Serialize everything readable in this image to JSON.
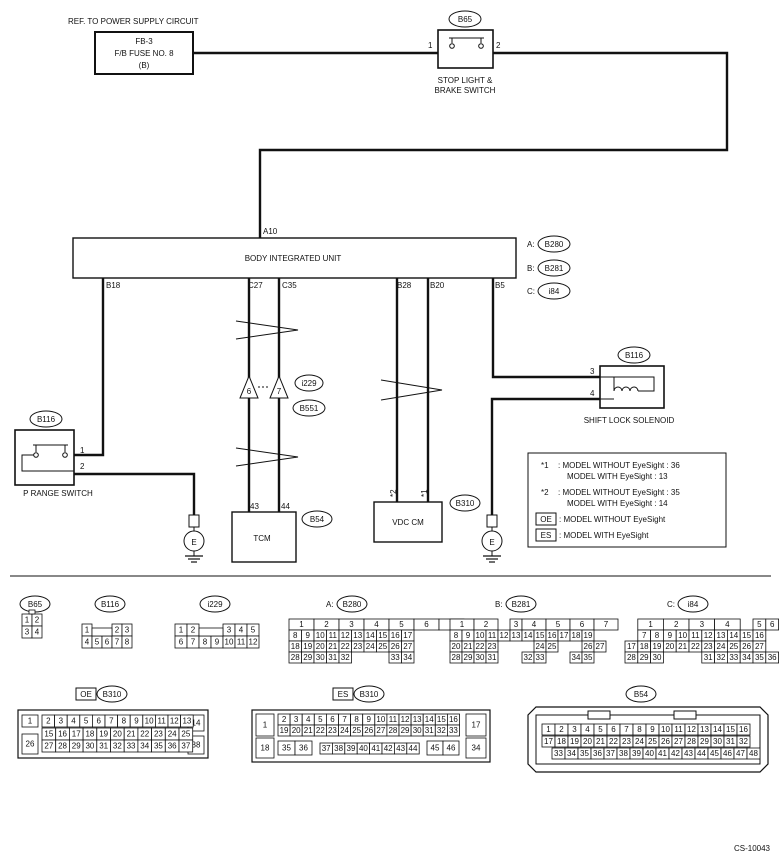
{
  "ref_label": "REF. TO POWER SUPPLY CIRCUIT",
  "fuse": {
    "l1": "FB-3",
    "l2": "F/B FUSE NO. 8",
    "l3": "(B)"
  },
  "stop_switch": {
    "connector": "B65",
    "pin1": "1",
    "pin2": "2",
    "label1": "STOP LIGHT &",
    "label2": "BRAKE SWITCH"
  },
  "biu": {
    "title": "BODY INTEGRATED UNIT",
    "pins": [
      "A10",
      "B18",
      "C27",
      "C35",
      "B28",
      "B20",
      "B5"
    ]
  },
  "biu_connectors": [
    {
      "letter": "A:",
      "name": "B280"
    },
    {
      "letter": "B:",
      "name": "B281"
    },
    {
      "letter": "C:",
      "name": "i84"
    }
  ],
  "p_switch": {
    "connector": "B116",
    "pin1": "1",
    "pin2": "2",
    "label": "P RANGE SWITCH"
  },
  "solenoid": {
    "connector": "B116",
    "pin3": "3",
    "pin4": "4",
    "label": "SHIFT LOCK SOLENOID"
  },
  "tcm": {
    "label": "TCM",
    "connector": "B54",
    "pin_a": "43",
    "pin_b": "44"
  },
  "joint": {
    "c1": "i229",
    "c2": "B551",
    "p1": "6",
    "p2": "7"
  },
  "vdc": {
    "label": "VDC CM",
    "connector": "B310",
    "p1": "*2",
    "p2": "*1"
  },
  "ground_label": "E",
  "notes": {
    "n1_mark": "*1",
    "n1_a": ": MODEL WITHOUT EyeSight : 36",
    "n1_b": "MODEL WITH EyeSight : 13",
    "n2_mark": "*2",
    "n2_a": ": MODEL WITHOUT EyeSight : 35",
    "n2_b": "MODEL WITH EyeSight : 14",
    "oe_box": "OE",
    "oe_text": ": MODEL WITHOUT EyeSight",
    "es_box": "ES",
    "es_text": ": MODEL WITH EyeSight"
  },
  "connector_views": [
    {
      "key": "b65",
      "prefix": "",
      "name": "B65",
      "rows": [
        [
          [
            "1",
            1
          ],
          [
            "2",
            1
          ]
        ],
        [
          [
            "3",
            1
          ],
          [
            "4",
            1
          ]
        ]
      ]
    },
    {
      "key": "b116",
      "prefix": "",
      "name": "B116",
      "rows": [
        [
          [
            "1",
            1
          ],
          [
            "",
            2
          ],
          [
            "2",
            1
          ],
          [
            "3",
            1
          ]
        ],
        [
          [
            "4",
            1
          ],
          [
            "5",
            1
          ],
          [
            "6",
            1
          ],
          [
            "7",
            1
          ],
          [
            "8",
            1
          ]
        ]
      ]
    },
    {
      "key": "i229",
      "prefix": "",
      "name": "i229",
      "rows": [
        [
          [
            "1",
            1
          ],
          [
            "2",
            1
          ],
          [
            "",
            2
          ],
          [
            "3",
            1
          ],
          [
            "4",
            1
          ],
          [
            "5",
            1
          ]
        ],
        [
          [
            "6",
            1
          ],
          [
            "7",
            1
          ],
          [
            "8",
            1
          ],
          [
            "9",
            1
          ],
          [
            "10",
            1
          ],
          [
            "11",
            1
          ],
          [
            "12",
            1
          ]
        ]
      ]
    },
    {
      "key": "b280",
      "prefix": "A:",
      "name": "B280",
      "rows": [
        [
          [
            "1",
            2
          ],
          [
            "2",
            2
          ],
          [
            "3",
            2
          ],
          [
            "4",
            2
          ],
          [
            "5",
            2
          ],
          [
            "6",
            2
          ],
          [
            "7",
            2
          ]
        ],
        [
          [
            "8",
            1
          ],
          [
            "9",
            1
          ],
          [
            "10",
            1
          ],
          [
            "11",
            1
          ],
          [
            "12",
            1
          ],
          [
            "13",
            1
          ],
          [
            "14",
            1
          ],
          [
            "15",
            1
          ],
          [
            "16",
            1
          ],
          [
            "17",
            1
          ]
        ],
        [
          [
            "18",
            1
          ],
          [
            "19",
            1
          ],
          [
            "20",
            1
          ],
          [
            "21",
            1
          ],
          [
            "22",
            1
          ],
          [
            "23",
            1
          ],
          [
            "24",
            1
          ],
          [
            "25",
            1
          ],
          [
            "26",
            1
          ],
          [
            "27",
            1
          ]
        ],
        [
          [
            "28",
            1
          ],
          [
            "29",
            1
          ],
          [
            "30",
            1
          ],
          [
            "31",
            1
          ],
          [
            "32",
            1
          ],
          [
            "",
            3
          ],
          [
            "33",
            1
          ],
          [
            "34",
            1
          ]
        ]
      ]
    },
    {
      "key": "b281",
      "prefix": "B:",
      "name": "B281",
      "rows": [
        [
          [
            "1",
            2
          ],
          [
            "2",
            2
          ],
          [
            "",
            1
          ],
          [
            "3",
            1
          ],
          [
            "4",
            2
          ],
          [
            "5",
            2
          ],
          [
            "6",
            2
          ],
          [
            "7",
            2
          ]
        ],
        [
          [
            "8",
            1
          ],
          [
            "9",
            1
          ],
          [
            "10",
            1
          ],
          [
            "11",
            1
          ],
          [
            "12",
            1
          ],
          [
            "13",
            1
          ],
          [
            "14",
            1
          ],
          [
            "15",
            1
          ],
          [
            "16",
            1
          ],
          [
            "17",
            1
          ],
          [
            "18",
            1
          ],
          [
            "19",
            1
          ]
        ],
        [
          [
            "20",
            1
          ],
          [
            "21",
            1
          ],
          [
            "22",
            1
          ],
          [
            "23",
            1
          ],
          [
            "",
            3
          ],
          [
            "24",
            1
          ],
          [
            "25",
            1
          ],
          [
            "",
            2
          ],
          [
            "26",
            1
          ],
          [
            "27",
            1
          ]
        ],
        [
          [
            "28",
            1
          ],
          [
            "29",
            1
          ],
          [
            "30",
            1
          ],
          [
            "31",
            1
          ],
          [
            "",
            2
          ],
          [
            "32",
            1
          ],
          [
            "33",
            1
          ],
          [
            "",
            2
          ],
          [
            "34",
            1
          ],
          [
            "35",
            1
          ]
        ]
      ]
    },
    {
      "key": "i84",
      "prefix": "C:",
      "name": "i84",
      "rows": [
        [
          [
            "",
            1
          ],
          [
            "1",
            2
          ],
          [
            "2",
            2
          ],
          [
            "3",
            2
          ],
          [
            "4",
            2
          ],
          [
            "",
            1
          ],
          [
            "5",
            1
          ],
          [
            "6",
            1
          ]
        ],
        [
          [
            "",
            1
          ],
          [
            "7",
            1
          ],
          [
            "8",
            1
          ],
          [
            "9",
            1
          ],
          [
            "10",
            1
          ],
          [
            "11",
            1
          ],
          [
            "12",
            1
          ],
          [
            "13",
            1
          ],
          [
            "14",
            1
          ],
          [
            "15",
            1
          ],
          [
            "16",
            1
          ]
        ],
        [
          [
            "17",
            1
          ],
          [
            "18",
            1
          ],
          [
            "19",
            1
          ],
          [
            "20",
            1
          ],
          [
            "21",
            1
          ],
          [
            "22",
            1
          ],
          [
            "23",
            1
          ],
          [
            "24",
            1
          ],
          [
            "25",
            1
          ],
          [
            "26",
            1
          ],
          [
            "27",
            1
          ]
        ],
        [
          [
            "28",
            1
          ],
          [
            "29",
            1
          ],
          [
            "30",
            1
          ],
          [
            "",
            3
          ],
          [
            "31",
            1
          ],
          [
            "32",
            1
          ],
          [
            "33",
            1
          ],
          [
            "34",
            1
          ],
          [
            "35",
            1
          ],
          [
            "36",
            1
          ]
        ]
      ]
    },
    {
      "key": "b310oe",
      "prefix": "OE",
      "name": "B310",
      "big": "oe"
    },
    {
      "key": "b310es",
      "prefix": "ES",
      "name": "B310",
      "big": "es"
    },
    {
      "key": "b54",
      "prefix": "",
      "name": "B54",
      "big": "b54"
    }
  ],
  "b310_oe": {
    "left": [
      "1",
      "26"
    ],
    "right": [
      "14",
      "38"
    ],
    "rows": [
      [
        "2",
        "3",
        "4",
        "5",
        "6",
        "7",
        "8",
        "9",
        "10",
        "11",
        "12",
        "13"
      ],
      [
        "15",
        "16",
        "17",
        "18",
        "19",
        "20",
        "21",
        "22",
        "23",
        "24",
        "25"
      ],
      [
        "27",
        "28",
        "29",
        "30",
        "31",
        "32",
        "33",
        "34",
        "35",
        "36",
        "37"
      ]
    ]
  },
  "b310_es": {
    "left": [
      "1",
      "18"
    ],
    "right": [
      "17",
      "34"
    ],
    "rows": [
      [
        "2",
        "3",
        "4",
        "5",
        "6",
        "7",
        "8",
        "9",
        "10",
        "11",
        "12",
        "13",
        "14",
        "15",
        "16"
      ],
      [
        "19",
        "20",
        "21",
        "22",
        "23",
        "24",
        "25",
        "26",
        "27",
        "28",
        "29",
        "30",
        "31",
        "32",
        "33"
      ]
    ],
    "row3_a": [
      "35",
      "36"
    ],
    "row3_b": [
      "37",
      "38",
      "39",
      "40",
      "41",
      "42",
      "43",
      "44"
    ],
    "row3_c": [
      "45",
      "46"
    ]
  },
  "b54_grid": {
    "rows": [
      [
        "1",
        "2",
        "3",
        "4",
        "5",
        "6",
        "7",
        "8",
        "9",
        "10",
        "11",
        "12",
        "13",
        "14",
        "15",
        "16"
      ],
      [
        "17",
        "18",
        "19",
        "20",
        "21",
        "22",
        "23",
        "24",
        "25",
        "26",
        "27",
        "28",
        "29",
        "30",
        "31",
        "32"
      ],
      [
        "33",
        "34",
        "35",
        "36",
        "37",
        "38",
        "39",
        "40",
        "41",
        "42",
        "43",
        "44",
        "45",
        "46",
        "47",
        "48"
      ]
    ]
  },
  "code": "CS-10043"
}
